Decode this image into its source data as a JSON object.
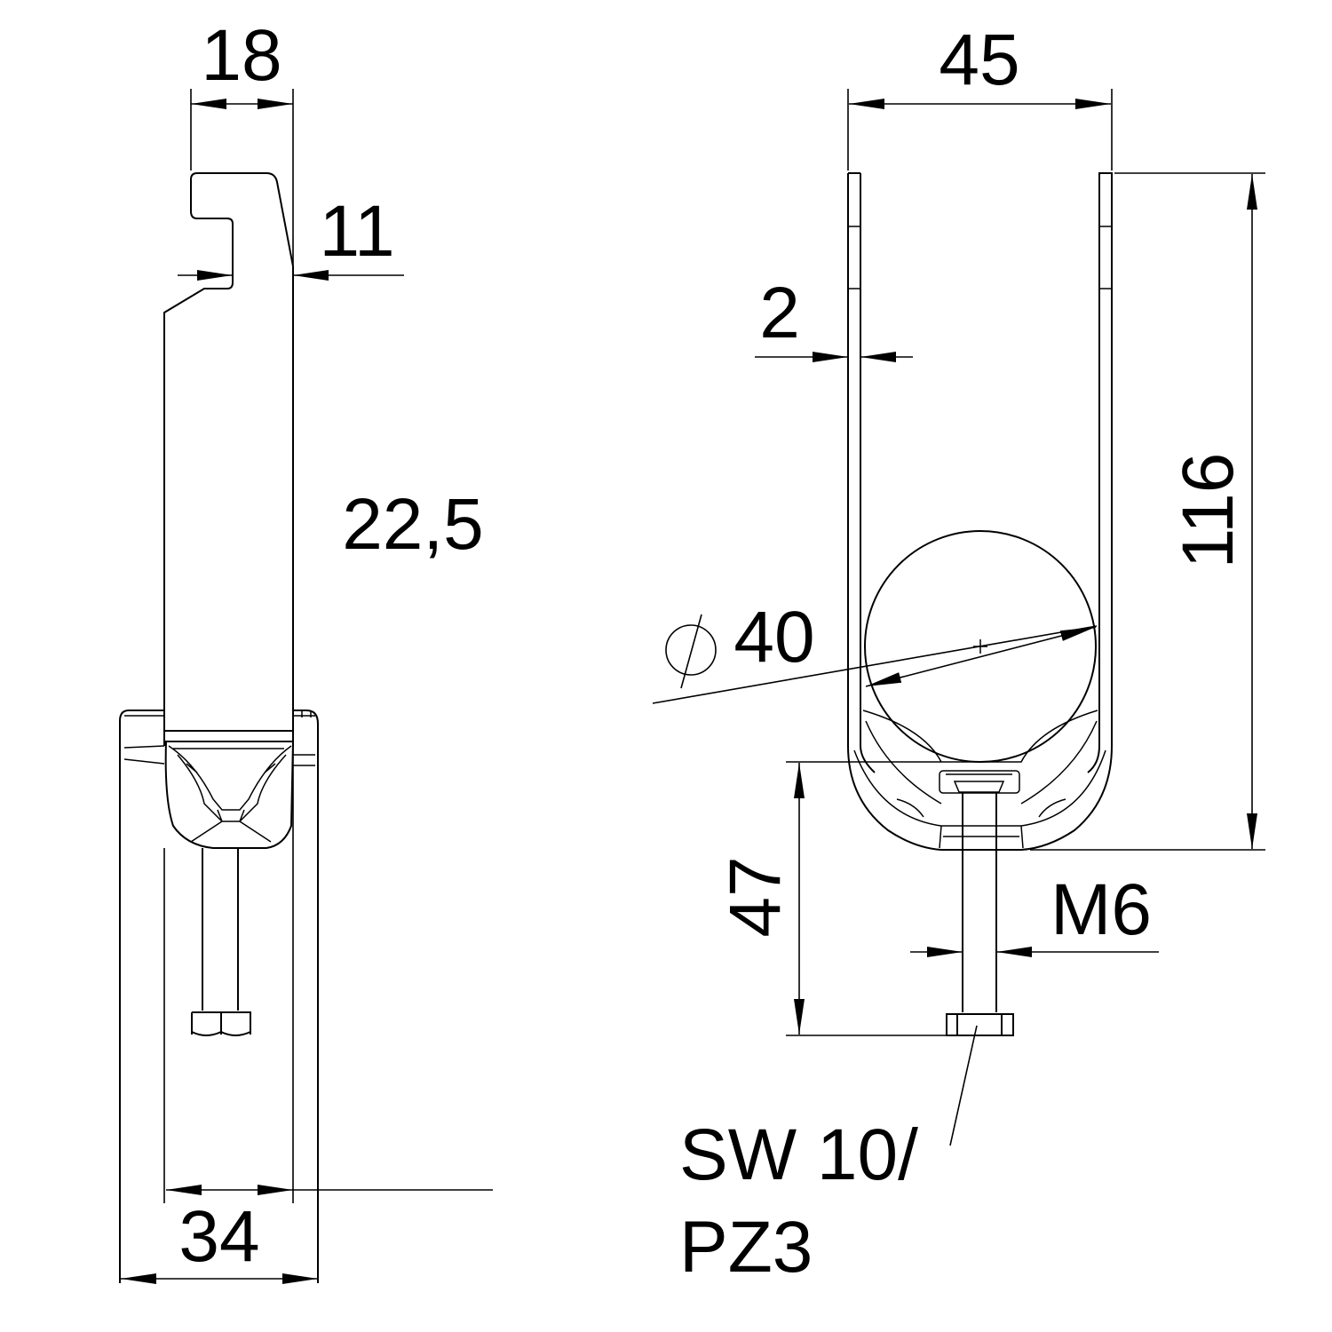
{
  "title": "Cable clamp technical drawing",
  "side_view": {
    "dim_width_top": "18",
    "dim_hook": "11",
    "dim_body_width": "22,5",
    "dim_total_width": "34"
  },
  "front_view": {
    "dim_width": "45",
    "dim_thickness": "2",
    "dim_diameter_symbol": "⌀",
    "dim_diameter": "40",
    "dim_height": "116",
    "dim_lower_height": "47",
    "dim_thread": "M6",
    "note_line1": "SW 10/",
    "note_line2": "PZ3"
  }
}
